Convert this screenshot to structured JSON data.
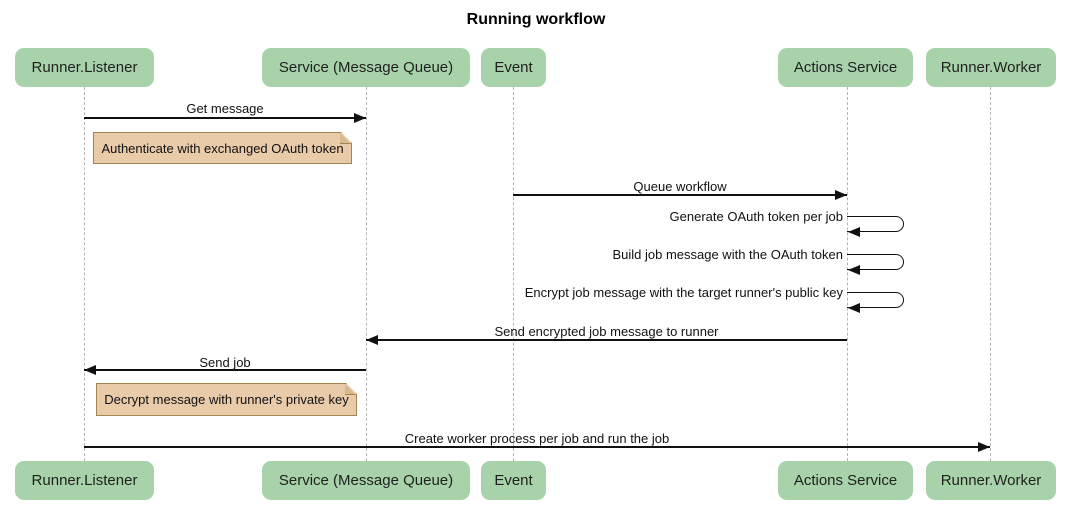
{
  "title": "Running workflow",
  "colors": {
    "actor_fill": "#a8d3aa",
    "actor_text": "#1f1f1f",
    "note_fill": "#e9cbaa",
    "note_border": "#a5854f",
    "note_fold": "#d9b98e",
    "lifeline": "#b5b5b5",
    "arrow": "#111111",
    "bg": "#ffffff"
  },
  "participants": [
    {
      "label": "Runner.Listener"
    },
    {
      "label": "Service (Message Queue)"
    },
    {
      "label": "Event"
    },
    {
      "label": "Actions Service"
    },
    {
      "label": "Runner.Worker"
    }
  ],
  "messages": [
    {
      "label": "Get message",
      "from": "Runner.Listener",
      "to": "Service (Message Queue)",
      "self": false
    },
    {
      "label": "Queue workflow",
      "from": "Event",
      "to": "Actions Service",
      "self": false
    },
    {
      "label": "Generate OAuth token per job",
      "from": "Actions Service",
      "to": "Actions Service",
      "self": true
    },
    {
      "label": "Build job message with the OAuth token",
      "from": "Actions Service",
      "to": "Actions Service",
      "self": true
    },
    {
      "label": "Encrypt job message with the target runner's public key",
      "from": "Actions Service",
      "to": "Actions Service",
      "self": true
    },
    {
      "label": "Send encrypted job message to runner",
      "from": "Actions Service",
      "to": "Service (Message Queue)",
      "self": false
    },
    {
      "label": "Send job",
      "from": "Service (Message Queue)",
      "to": "Runner.Listener",
      "self": false
    },
    {
      "label": "Create worker process per job and run the job",
      "from": "Runner.Listener",
      "to": "Runner.Worker",
      "self": false
    }
  ],
  "notes": [
    {
      "label": "Authenticate with exchanged OAuth token",
      "over": "Runner.Listener"
    },
    {
      "label": "Decrypt message with runner's private key",
      "over": "Runner.Listener"
    }
  ]
}
